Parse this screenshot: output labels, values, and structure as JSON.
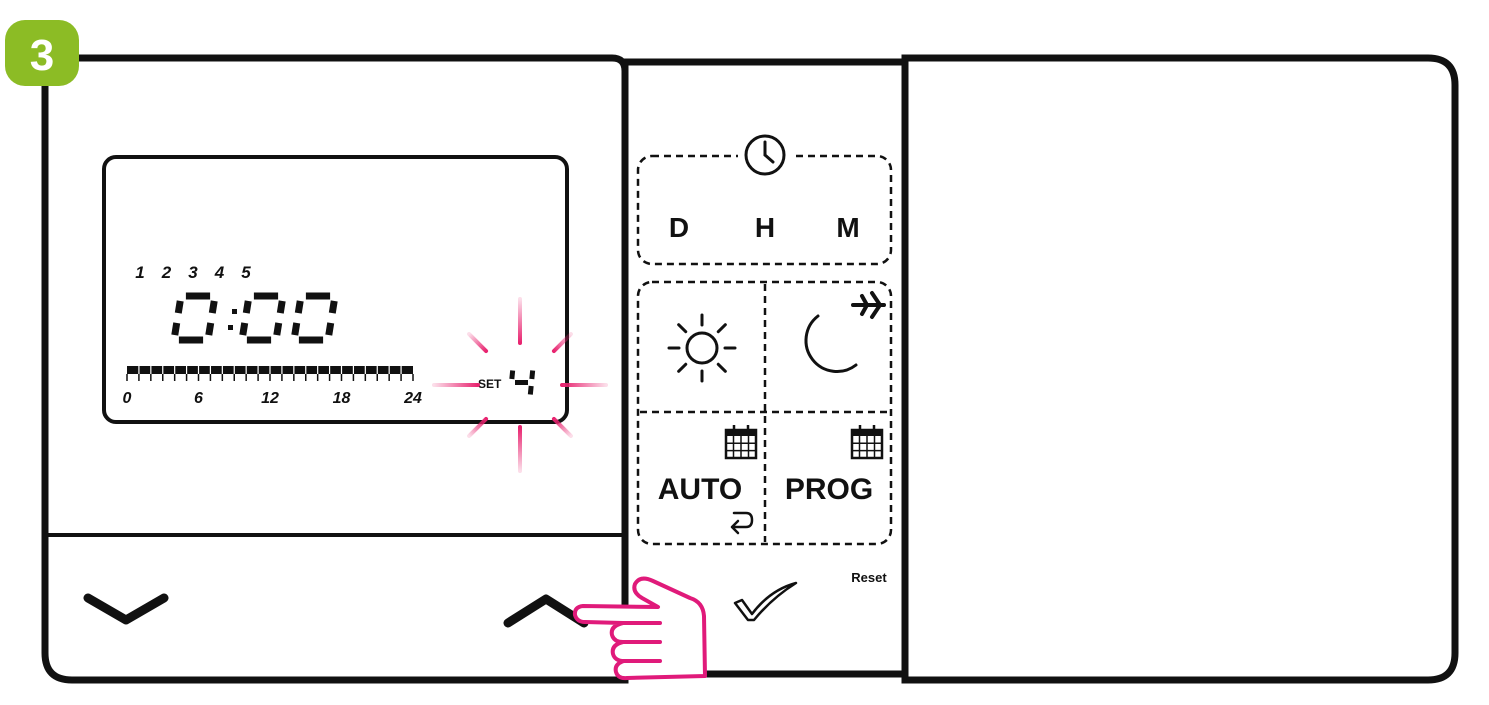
{
  "step": {
    "number": "3",
    "badge_color": "#8cbc25"
  },
  "display": {
    "program_days": [
      "1",
      "2",
      "3",
      "4",
      "5"
    ],
    "time": "0:00",
    "timeline_ticks": [
      "0",
      "6",
      "12",
      "18",
      "24"
    ],
    "set_label": "SET",
    "set_value": "4",
    "blink_color": "#e8236f"
  },
  "buttons": {
    "clock_icon": "clock-icon",
    "day": "D",
    "hour": "H",
    "minute": "M",
    "comfort_icon": "sun-icon",
    "economy_icon": "moon-icon",
    "holiday_icon": "airplane-icon",
    "auto": "AUTO",
    "prog": "PROG",
    "reset": "Reset",
    "confirm_icon": "checkmark-icon",
    "down_icon": "chevron-down-icon",
    "up_icon": "chevron-up-icon"
  },
  "hand": {
    "icon": "pointing-hand-icon",
    "color": "#e01a7a"
  }
}
